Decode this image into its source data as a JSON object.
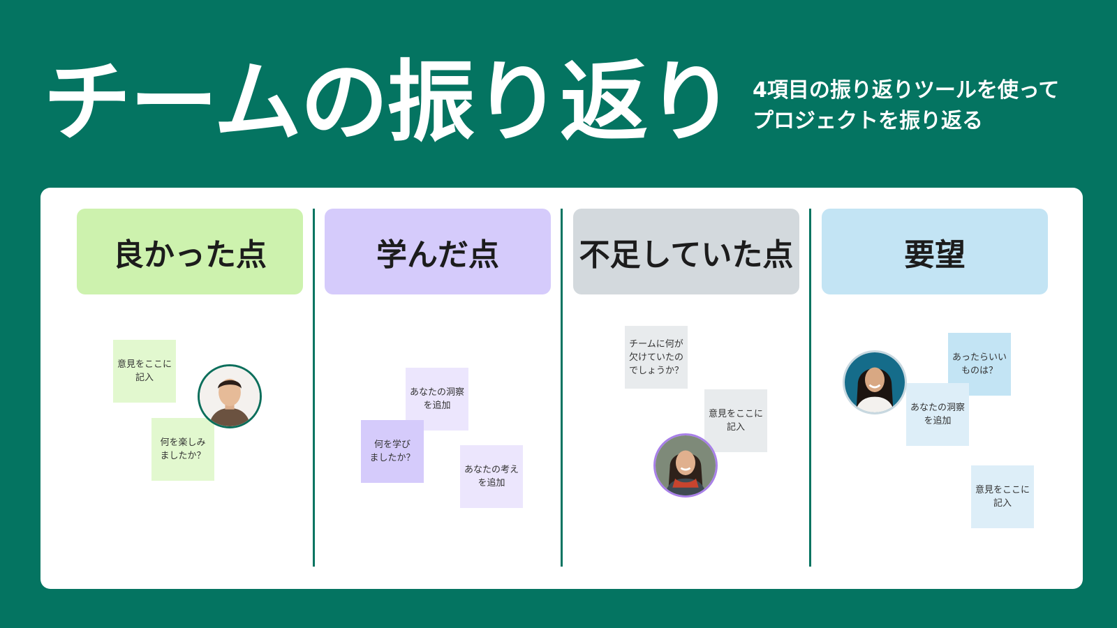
{
  "title": "チームの振り返り",
  "subtitle": {
    "line1": "4項目の振り返りツールを使って",
    "line2": "プロジェクトを振り返る"
  },
  "columns": [
    {
      "header": "良かった点",
      "color": "#cdf2ae"
    },
    {
      "header": "学んだ点",
      "color": "#d5cbfb"
    },
    {
      "header": "不足していた点",
      "color": "#d3d9dd"
    },
    {
      "header": "要望",
      "color": "#c3e4f4"
    }
  ],
  "notes": {
    "n1": "意見をここに\n記入",
    "n2": "何を楽しみ\nましたか？",
    "n3": "あなたの洞察\nを追加",
    "n4": "何を学び\nましたか？",
    "n5": "あなたの考え\nを追加",
    "n6": "チームに何が\n欠けていたの\nでしょうか？",
    "n7": "意見をここに\n記入",
    "n8": "あったらいい\nものは？",
    "n9": "あなたの洞察\nを追加",
    "n10": "意見をここに\n記入"
  },
  "avatars": {
    "a1": {
      "icon": "person-avatar-icon",
      "ring": "#0b6e5b"
    },
    "a2": {
      "icon": "person-avatar-icon",
      "ring": "#a880e8"
    },
    "a3": {
      "icon": "person-avatar-icon",
      "ring": "#c8d8e0"
    }
  }
}
